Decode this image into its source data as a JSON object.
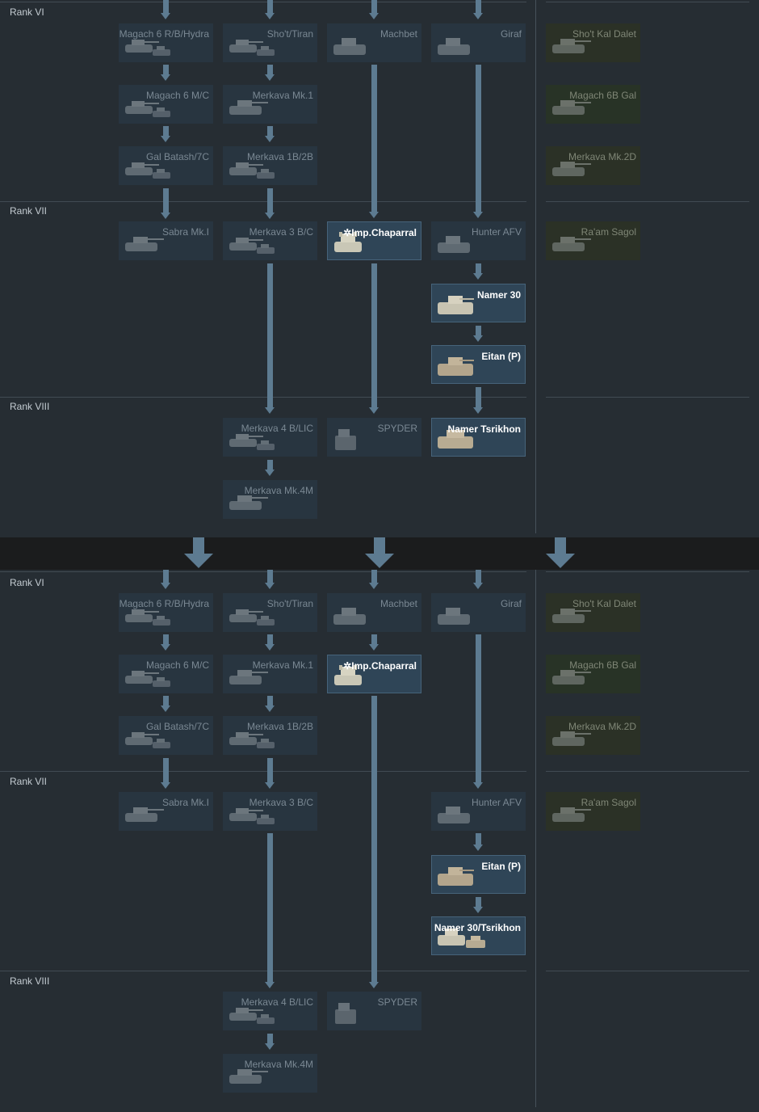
{
  "colors": {
    "background": "#262d33",
    "node": "#283540",
    "node_unlocked": "#2f4557",
    "line": "#5d7b91",
    "divider": "#1b1c1d",
    "premium": "#2b3126"
  },
  "icons": {
    "vehicle": "tank-silhouette-icon",
    "arrow": "arrow-down-icon",
    "premium": "premium-vehicle-icon"
  },
  "top": {
    "ranks": [
      "Rank VI",
      "Rank VII",
      "Rank VIII"
    ],
    "nodes": {
      "magach6rb": "Magach 6 R/B/Hydra",
      "shot_tiran": "Sho't/Tiran",
      "machbet": "Machbet",
      "giraf": "Giraf",
      "shot_kal_dalet": "Sho't Kal Dalet",
      "magach6mc": "Magach 6 M/C",
      "merkava_mk1": "Merkava Mk.1",
      "magach6b_gal": "Magach 6B Gal",
      "gal_batash": "Gal Batash/7C",
      "merkava1b2b": "Merkava 1B/2B",
      "merkava_mk2d": "Merkava Mk.2D",
      "sabra": "Sabra Mk.I",
      "merkava3bc": "Merkava 3 B/C",
      "imp_chaparral": "✲Imp.Chaparral",
      "hunter_afv": "Hunter AFV",
      "raam_sagol": "Ra'am Sagol",
      "namer30": "Namer 30",
      "eitan": "Eitan (P)",
      "merkava4blic": "Merkava 4 B/LIC",
      "spyder": "SPYDER",
      "namer_tsrikhon": "Namer Tsrikhon",
      "merkava4m": "Merkava Mk.4M"
    }
  },
  "bottom": {
    "ranks": [
      "Rank VI",
      "Rank VII",
      "Rank VIII"
    ],
    "nodes": {
      "magach6rb": "Magach 6 R/B/Hydra",
      "shot_tiran": "Sho't/Tiran",
      "machbet": "Machbet",
      "giraf": "Giraf",
      "shot_kal_dalet": "Sho't Kal Dalet",
      "magach6mc": "Magach 6 M/C",
      "merkava_mk1": "Merkava Mk.1",
      "imp_chaparral": "✲Imp.Chaparral",
      "magach6b_gal": "Magach 6B Gal",
      "gal_batash": "Gal Batash/7C",
      "merkava1b2b": "Merkava 1B/2B",
      "merkava_mk2d": "Merkava Mk.2D",
      "sabra": "Sabra Mk.I",
      "merkava3bc": "Merkava 3 B/C",
      "hunter_afv": "Hunter AFV",
      "raam_sagol": "Ra'am Sagol",
      "eitan": "Eitan (P)",
      "namer30_tsrikhon": "Namer 30/Tsrikhon",
      "merkava4blic": "Merkava 4 B/LIC",
      "spyder": "SPYDER",
      "merkava4m": "Merkava Mk.4M"
    }
  }
}
